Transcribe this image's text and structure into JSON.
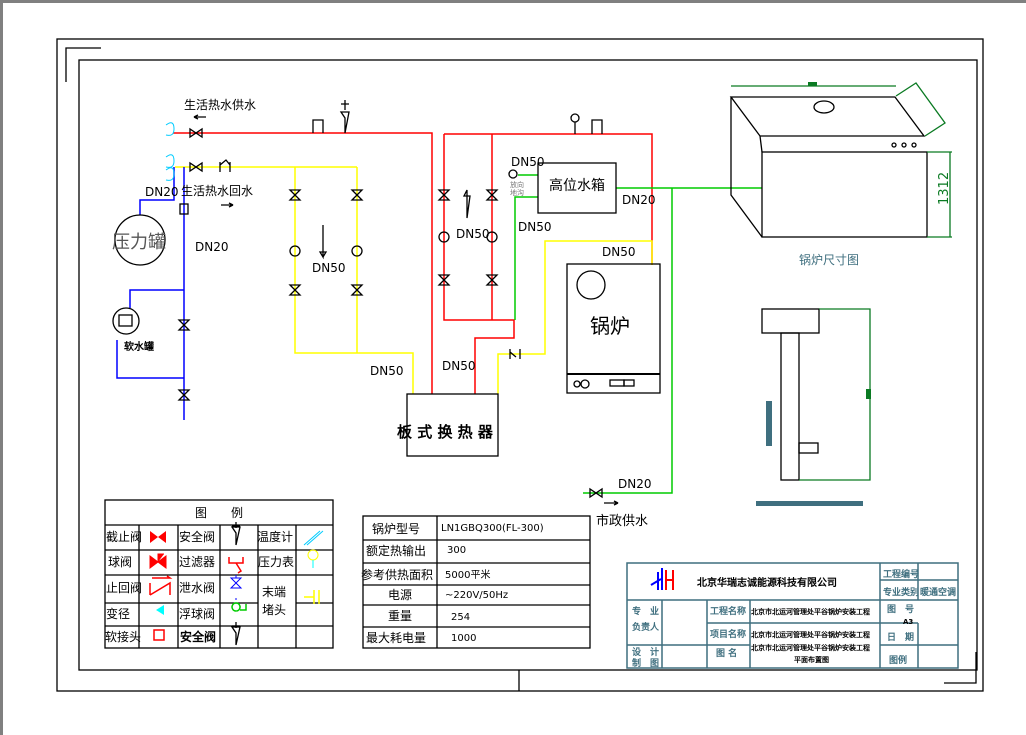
{
  "labels": {
    "dhw_supply": "生活热水供水",
    "dhw_return": "生活热水回水",
    "pressure_tank": "压力罐",
    "soft_water_tank": "软水罐",
    "dn20_a": "DN20",
    "dn20_b": "DN20",
    "dn50_left": "DN50",
    "dn50_left_bottom": "DN50",
    "dn50_mid_top": "DN50",
    "dn50_mid": "DN50",
    "dn50_mid_bottom": "DN50",
    "dn50_green": "DN50",
    "dn50_boiler": "DN50",
    "dn20_tank": "DN20",
    "dn20_city": "DN20",
    "high_tank": "高位水箱",
    "drain_note_1": "放向",
    "drain_note_2": "地沟",
    "boiler": "锅炉",
    "plate_hx": "板 式 换 热 器",
    "city_water": "市政供水",
    "boiler_dim_title": "锅炉尺寸图",
    "boiler_height_dim": "1312"
  },
  "legend": {
    "title": "图　　例",
    "rows": [
      [
        "截止阀",
        "安全阀",
        "温度计"
      ],
      [
        "球阀",
        "过滤器",
        "压力表"
      ],
      [
        "止回阀",
        "泄水阀",
        "末端"
      ],
      [
        "变径",
        "浮球阀",
        "堵头"
      ],
      [
        "软接头",
        "安全阀",
        ""
      ]
    ]
  },
  "spec_table": {
    "rows": [
      {
        "label": "锅炉型号",
        "value": "LN1GBQ300(FL-300)"
      },
      {
        "label": "额定热输出",
        "value": "300"
      },
      {
        "label": "参考供热面积",
        "value": "5000平米"
      },
      {
        "label": "电源",
        "value": "~220V/50Hz"
      },
      {
        "label": "重量",
        "value": "254"
      },
      {
        "label": "最大耗电量",
        "value": "1000"
      }
    ]
  },
  "title_block": {
    "company": "北京华瑞志诚能源科技有限公司",
    "project_no_label": "工程编号",
    "discipline_label": "专业类别",
    "discipline": "暖通空调",
    "lead_label_1": "专　业",
    "lead_label_2": "负责人",
    "project_name_label": "工程名称",
    "project_name": "北京市北运河管理处平谷锅炉安装工程",
    "item_name_label": "项目名称",
    "item_name": "北京市北运河管理处平谷锅炉安装工程",
    "design_label": "设　计",
    "drawn_label": "制　图",
    "drawing_name_label": "图 名",
    "drawing_name_1": "北京市北运河管理处平谷锅炉安装工程",
    "drawing_name_2": "平面布置图",
    "drawing_no_label": "图　号",
    "drawing_no": "A3",
    "date_label": "日　期",
    "scale_label": "图例"
  },
  "colors": {
    "supply": "#ff0000",
    "return": "#ffff00",
    "cold_water": "#0000ff",
    "makeup": "#00cc00",
    "dimension": "#0a7a22",
    "title_block": "#3f6f7f"
  }
}
